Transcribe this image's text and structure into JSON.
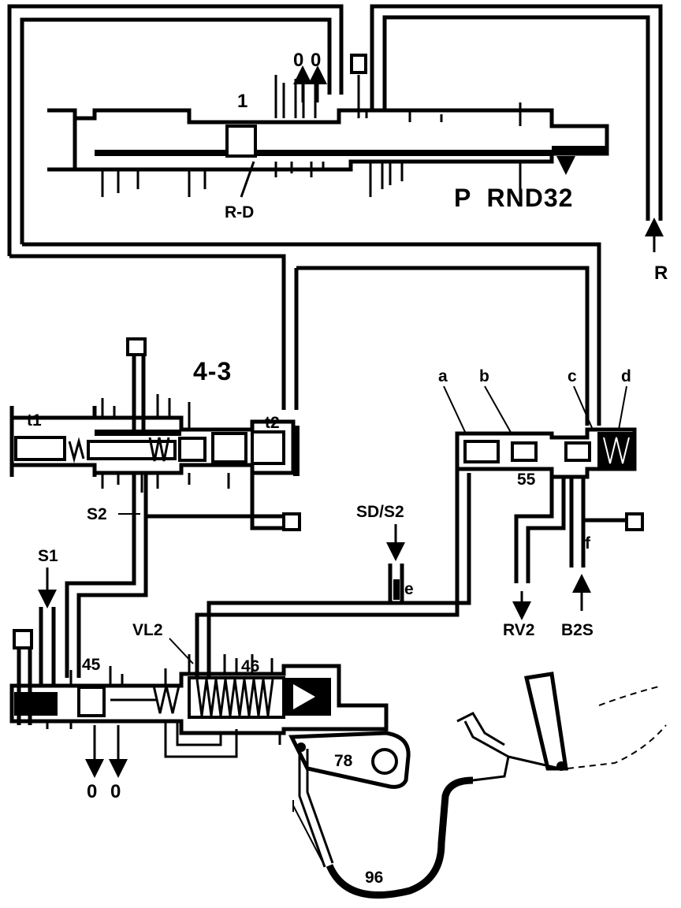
{
  "labels": {
    "valve_1": "1",
    "out_o1": "0",
    "out_o2": "0",
    "rd": "R-D",
    "selector": "P  RND32",
    "r": "R",
    "valve_43": "4-3",
    "t1": "t1",
    "t2": "t2",
    "a": "a",
    "b": "b",
    "c": "c",
    "d": "d",
    "n55": "55",
    "s2": "S2",
    "sds2": "SD/S2",
    "e": "e",
    "f": "f",
    "rv2": "RV2",
    "b2s": "B2S",
    "s1": "S1",
    "vl2": "VL2",
    "n45": "45",
    "n46": "46",
    "n78": "78",
    "n96": "96",
    "out_o3": "0",
    "out_o4": "0"
  }
}
